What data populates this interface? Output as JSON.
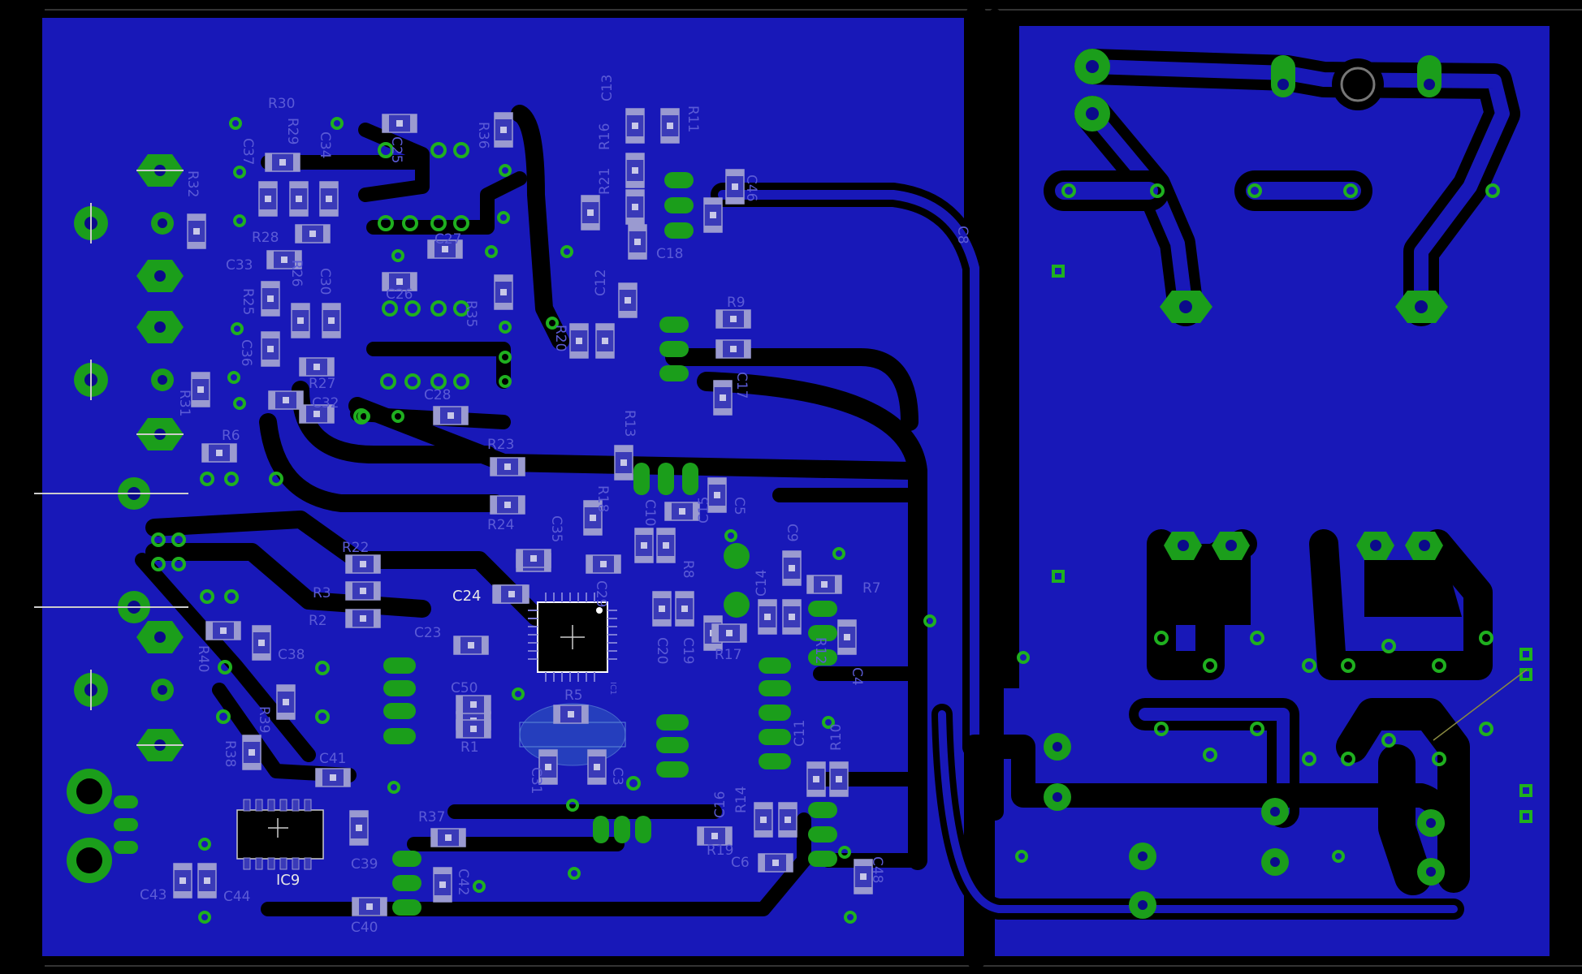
{
  "board": {
    "colors": {
      "background": "#000000",
      "copper_pour": "#1818b8",
      "pads": "#1b9e1b",
      "silkscreen": "#5b5bd6"
    },
    "labels": {
      "R30": "R30",
      "R29": "R29",
      "C37": "C37",
      "C34": "C34",
      "C25": "C25",
      "R36": "R36",
      "R32": "R32",
      "R28": "R28",
      "C27": "C27",
      "C33": "C33",
      "R26": "R26",
      "R25": "R25",
      "C30": "C30",
      "C26": "C26",
      "R35": "R35",
      "C36": "C36",
      "R27": "R27",
      "R31": "R31",
      "C32": "C32",
      "C28": "C28",
      "R6": "R6",
      "R23": "R23",
      "R24": "R24",
      "R22": "R22",
      "R3": "R3",
      "R2": "R2",
      "R40": "R40",
      "C38": "C38",
      "R39": "R39",
      "R38": "R38",
      "C41": "C41",
      "C43": "C43",
      "C44": "C44",
      "IC9": "IC9",
      "C39": "C39",
      "R37": "R37",
      "C42": "C42",
      "C40": "C40",
      "C13": "C13",
      "R11": "R11",
      "R16": "R16",
      "R21": "R21",
      "C46": "C46",
      "C18": "C18",
      "C8": "C8",
      "R20": "R20",
      "C12": "C12",
      "R9": "R9",
      "C17": "C17",
      "R13": "R13",
      "R18": "R18",
      "C10": "C10",
      "C15": "C15",
      "C5": "C5",
      "C35": "C35",
      "C29": "C29",
      "R8": "R8",
      "C9": "C9",
      "C24": "C24",
      "C23": "C23",
      "C50": "C50",
      "R1": "R1",
      "R5": "R5",
      "C31": "C31",
      "C3": "C3",
      "C20": "C20",
      "C19": "C19",
      "R17": "R17",
      "C14": "C14",
      "R7": "R7",
      "R12": "R12",
      "C4": "C4",
      "C11": "C11",
      "R10": "R10",
      "C16": "C16",
      "R14": "R14",
      "R19": "R19",
      "C6": "C6",
      "C48": "C48",
      "IC1": "IC1"
    }
  }
}
